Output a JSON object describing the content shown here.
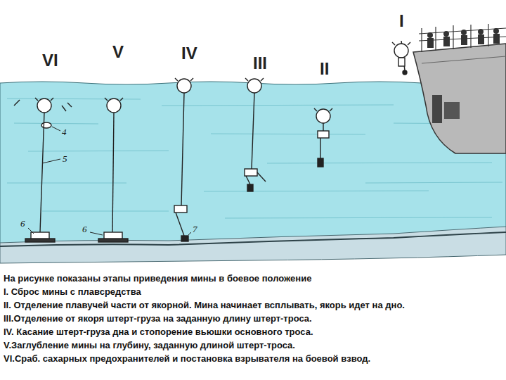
{
  "diagram": {
    "caption": "На рисунке показаны этапы приведения мины в боевое положение",
    "labels": [
      "I",
      "II",
      "III",
      "IV",
      "V",
      "VI",
      "4",
      "5",
      "6",
      "6",
      "7",
      "I. Сброс мины с плавсредства",
      "II. Отделение плавучей части от якорной. Мина начинает всплывать, якорь идет на дно.",
      "III.Отделение от якоря штерт-груза на заданную длину штерт-троса.",
      "IV. Касание штерт-груза дна и стопорение вьюшки основного троса.",
      "V.Заглубление мины на глубину, заданную длиной штерт-троса.",
      "VI.Сраб. сахарных предохранителей и постановка взрывателя на боевой взвод."
    ]
  }
}
